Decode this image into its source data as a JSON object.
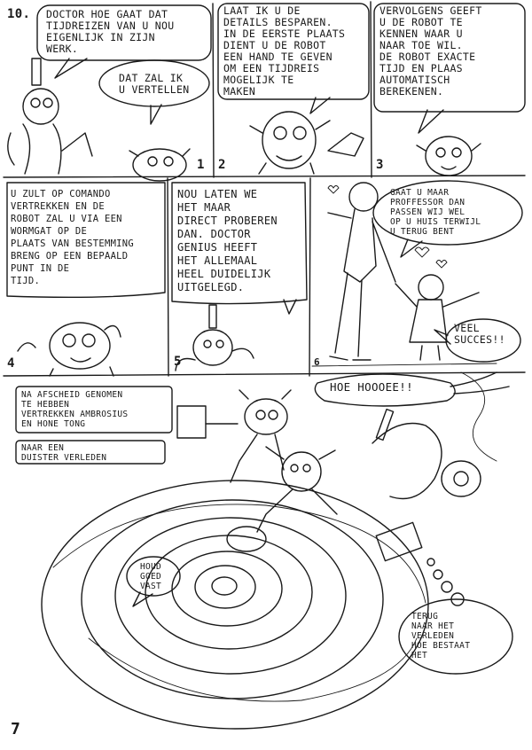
{
  "page": {
    "number_top": "10.",
    "number_bottom": "7"
  },
  "panels": [
    {
      "id": "1",
      "number": "1",
      "balloons": [
        {
          "text": "DOCTOR HOE GAAT DAT\nTIJDREIZEN VAN U NOU\nEIGENLIJK IN ZIJN\nWERK."
        },
        {
          "text": "DAT ZAL IK\nU VERTELLEN"
        }
      ]
    },
    {
      "id": "2",
      "number": "2",
      "balloons": [
        {
          "text": "LAAT IK U DE\nDETAILS BESPAREN.\nIN DE EERSTE PLAATS\nDIENT U DE ROBOT\nEEN HAND TE GEVEN\nOM EEN TIJDREIS\nMOGELIJK TE\nMAKEN"
        }
      ]
    },
    {
      "id": "3",
      "number": "3",
      "balloons": [
        {
          "text": "VERVOLGENS GEEFT\nU DE ROBOT TE\nKENNEN WAAR U\nNAAR TOE WIL.\nDE ROBOT EXACTE\nTIJD EN PLAAS\nAUTOMATISCH\nBEREKENEN."
        }
      ]
    },
    {
      "id": "4",
      "number": "4",
      "balloons": [
        {
          "text": "U ZULT OP COMANDO\nVERTREKKEN EN DE\nROBOT ZAL U VIA EEN\nWORMGAT OP DE\nPLAATS VAN BESTEMMING\nBRENG OP EEN BEPAALD\nPUNT IN DE\nTIJD."
        }
      ]
    },
    {
      "id": "5",
      "number": "5",
      "balloons": [
        {
          "text": "NOU LATEN WE\nHET MAAR\nDIRECT PROBEREN\nDAN. DOCTOR\nGENIUS HEEFT\nHET ALLEMAAL\nHEEL DUIDELIJK\nUITGELEGD."
        }
      ]
    },
    {
      "id": "6",
      "number": "6",
      "balloons": [
        {
          "text": "GAAT U MAAR\nPROFFESSOR DAN\nPASSEN WIJ WEL\nOP U HUIS TERWIJL\nU TERUG BENT"
        },
        {
          "text": "VEEL\nSUCCES!!"
        }
      ]
    },
    {
      "id": "7",
      "captions": [
        {
          "text": "NA AFSCHEID GENOMEN\nTE HEBBEN\nVERTREKKEN AMBROSIUS\nEN HONE TONG"
        },
        {
          "text": "NAAR EEN\nDUISTER VERLEDEN"
        }
      ],
      "balloons": [
        {
          "text": "HOE HOOOEE!!"
        },
        {
          "text": "HOUD\nGOED\nVAST"
        },
        {
          "text": "TERUG\nNAAR HET\nVERLEDEN\nHOE BESTAAT\nHET"
        }
      ]
    }
  ]
}
